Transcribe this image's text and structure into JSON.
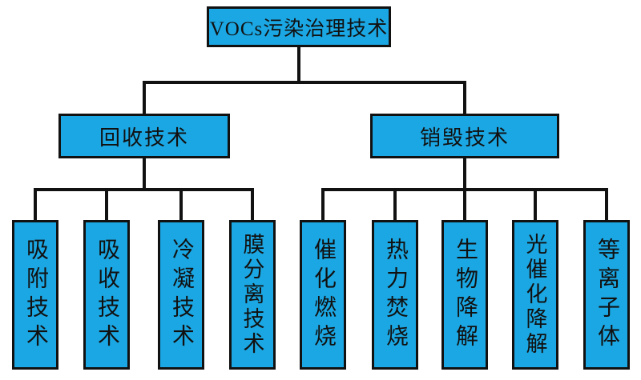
{
  "diagram": {
    "root": {
      "label": "VOCs污染治理技术"
    },
    "branches": [
      {
        "label": "回收技术",
        "children": [
          "吸附技术",
          "吸收技术",
          "冷凝技术",
          "膜分离技术"
        ]
      },
      {
        "label": "销毁技术",
        "children": [
          "催化燃烧",
          "热力焚烧",
          "生物降解",
          "光催化降解",
          "等离子体"
        ]
      }
    ],
    "colors": {
      "node_fill": "#1BA7E3",
      "node_border": "#111111",
      "line": "#111111",
      "text": "#111111",
      "background": "#FFFFFF"
    }
  }
}
